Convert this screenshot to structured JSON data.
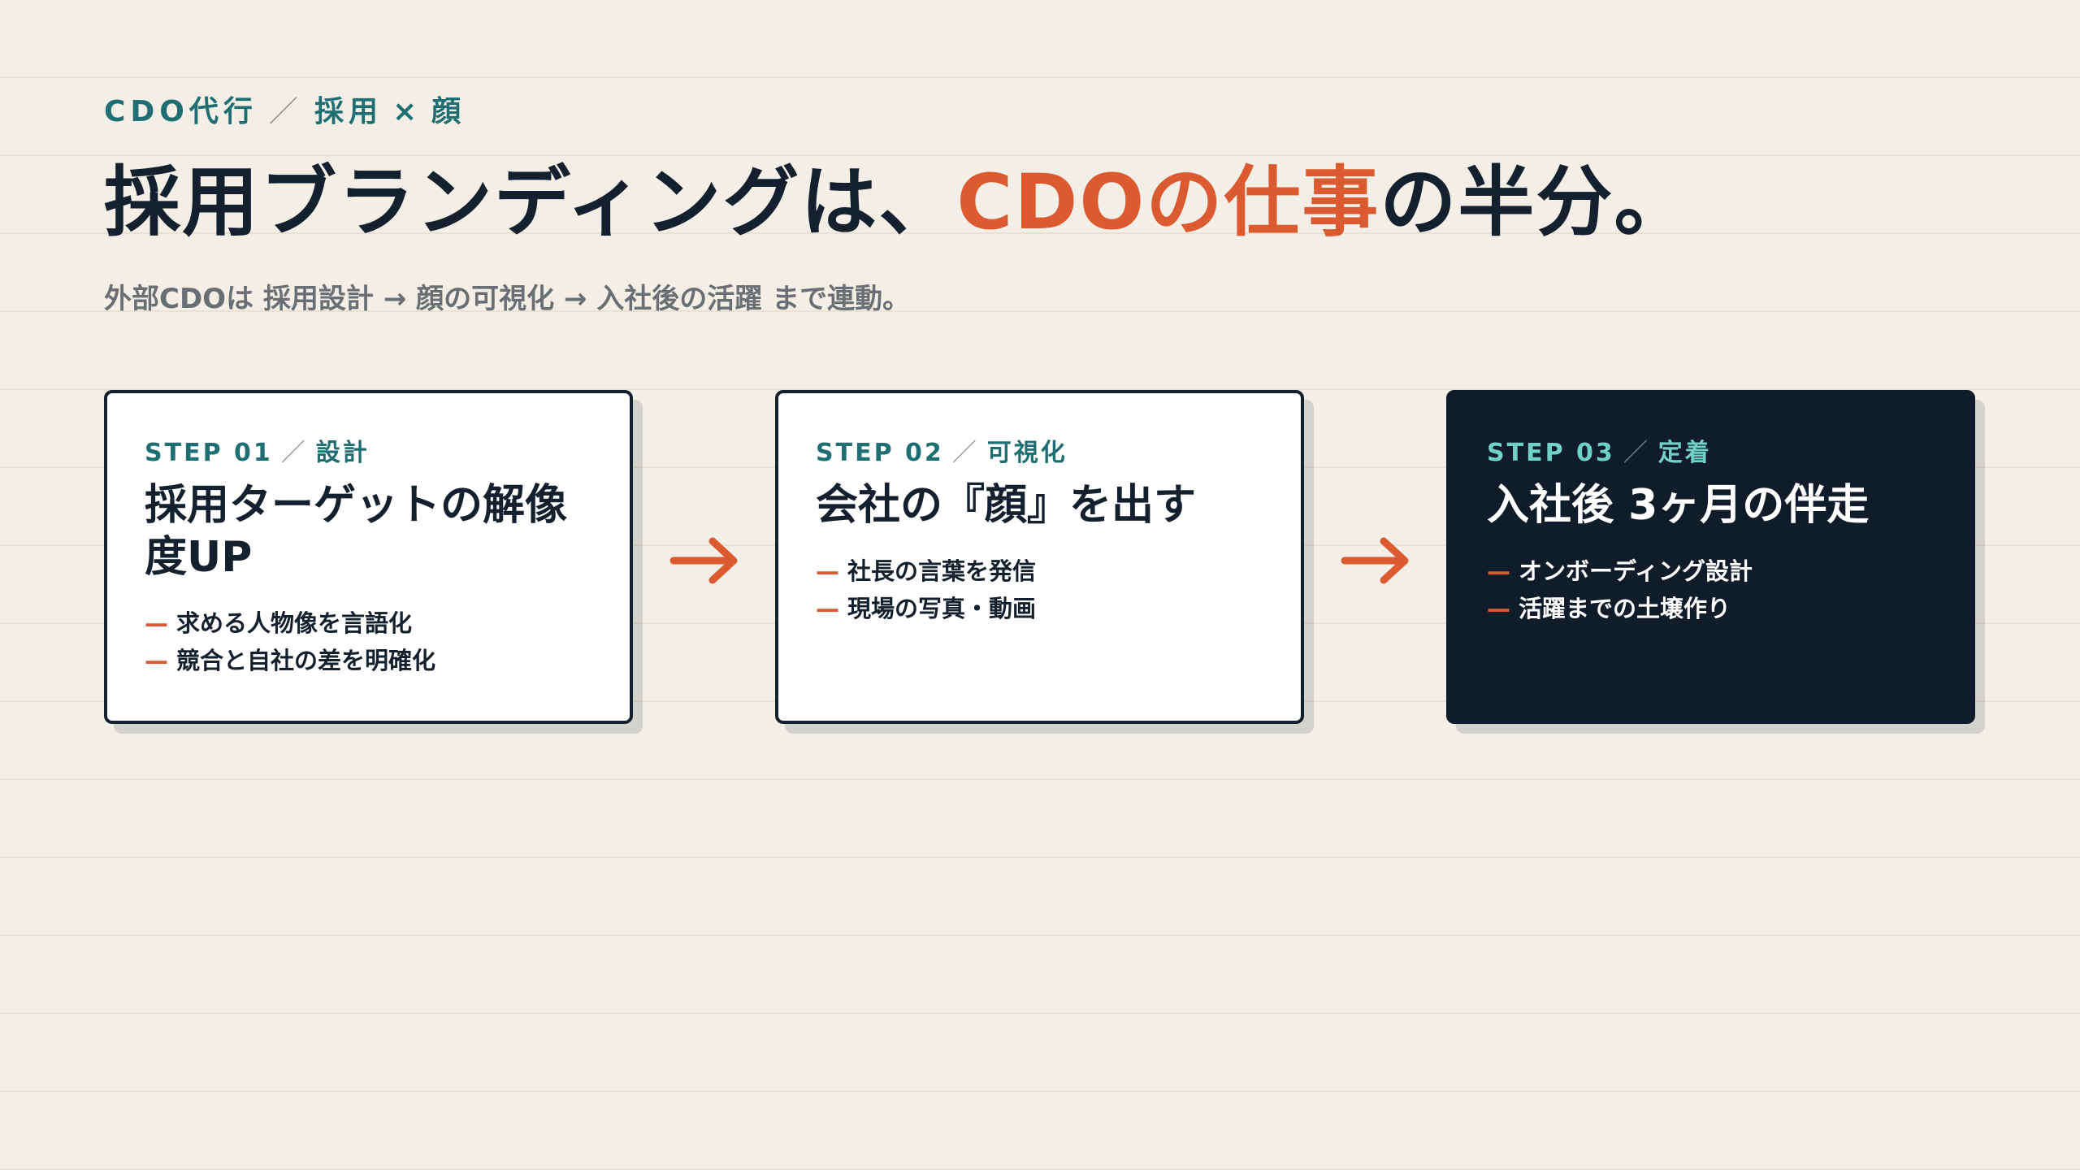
{
  "header": {
    "eyebrow": {
      "brand": "CDO代行",
      "separator": "／",
      "left": "採用",
      "times": "×",
      "right": "顔"
    },
    "headline": {
      "part1": "採用ブランディングは、",
      "accent": "CDOの仕事",
      "part2": "の半分。"
    },
    "subtitle": "外部CDOは 採用設計 → 顔の可視化 → 入社後の活躍 まで連動。"
  },
  "steps": [
    {
      "label": "STEP 01",
      "separator": "／",
      "category": "設計",
      "title": "採用ターゲットの解像度UP",
      "bullet": "—",
      "points": [
        "求める人物像を言語化",
        "競合と自社の差を明確化"
      ]
    },
    {
      "label": "STEP 02",
      "separator": "／",
      "category": "可視化",
      "title": "会社の『顔』を出す",
      "bullet": "—",
      "points": [
        "社長の言葉を発信",
        "現場の写真・動画"
      ]
    },
    {
      "label": "STEP 03",
      "separator": "／",
      "category": "定着",
      "title": "入社後 3ヶ月の伴走",
      "bullet": "—",
      "points": [
        "オンボーディング設計",
        "活躍までの土壌作り"
      ]
    }
  ],
  "colors": {
    "background": "#f3efe7",
    "ink": "#14202e",
    "accent": "#dc5a2f",
    "teal": "#1f6e72",
    "teal_light": "#6fd1c7",
    "muted": "#6a6f74",
    "dark_card": "#111c2b"
  },
  "icons": {
    "flow_arrow": "arrow-right-icon"
  }
}
